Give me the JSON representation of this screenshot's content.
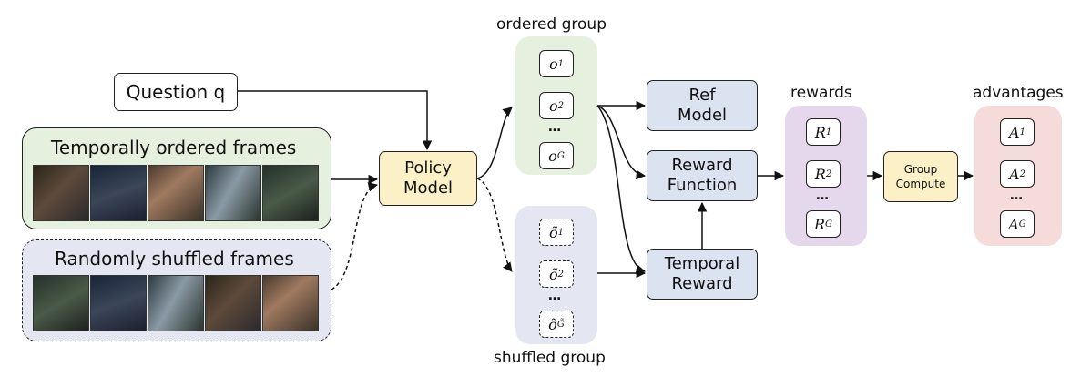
{
  "question_label": "Question q",
  "ordered_frames_label": "Temporally ordered frames",
  "shuffled_frames_label": "Randomly shuffled frames",
  "policy_model_label": [
    "Policy",
    "Model"
  ],
  "ordered_group_label": "ordered group",
  "shuffled_group_label": "shuffled group",
  "ordered_outputs": [
    {
      "base": "o",
      "sub": "1"
    },
    {
      "base": "o",
      "sub": "2"
    },
    {
      "base": "o",
      "sub": "G"
    }
  ],
  "shuffled_outputs": [
    {
      "base": "õ",
      "sub": "1"
    },
    {
      "base": "õ",
      "sub": "2"
    },
    {
      "base": "õ",
      "sub": "G̃"
    }
  ],
  "ref_model_label": [
    "Ref",
    "Model"
  ],
  "reward_function_label": [
    "Reward",
    "Function"
  ],
  "temporal_reward_label": [
    "Temporal",
    "Reward"
  ],
  "rewards_label": "rewards",
  "rewards": [
    {
      "base": "R",
      "sub": "1"
    },
    {
      "base": "R",
      "sub": "2"
    },
    {
      "base": "R",
      "sub": "G"
    }
  ],
  "group_compute_label": [
    "Group",
    "Compute"
  ],
  "advantages_label": "advantages",
  "advantages": [
    {
      "base": "A",
      "sub": "1"
    },
    {
      "base": "A",
      "sub": "2"
    },
    {
      "base": "A",
      "sub": "G"
    }
  ],
  "ellipsis": "…",
  "colors": {
    "ordered_panel": "#e6f0de",
    "shuffled_panel": "#e4e6f2",
    "model_box": "#dbe3f1",
    "policy_box": "#fbf0c6",
    "rewards_panel": "#e5d8ec",
    "advantages_panel": "#f6dbdb",
    "group_compute": "#fbf0c6"
  }
}
